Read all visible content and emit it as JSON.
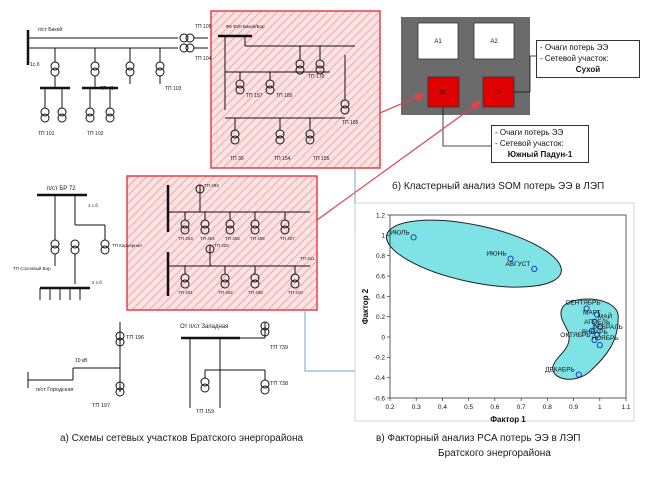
{
  "schemes": {
    "top_left": {
      "substation": "п/ст Бикей",
      "labels": [
        "ТП 105",
        "ТП 104",
        "ТП 40",
        "ТП 103",
        "ТП 101",
        "ТП 102"
      ],
      "bus": "1с.б"
    },
    "top_middle": {
      "labels": [
        "Ф6 Ф20 Бикей/Бор",
        "ТП 157",
        "ТП 180",
        "ТП 170",
        "ТП 185",
        "ТП 36",
        "ТП 154",
        "ТП 155"
      ]
    },
    "bottom_left": {
      "substation": "п/ст БР 72",
      "labels": [
        "ТП Сосновый Бор",
        "ТП Карьерная",
        "1 с.б",
        "2 с.б"
      ]
    },
    "bottom_middle": {
      "labels": [
        "ТП 493",
        "ТП 403",
        "ТП 404",
        "ТП 405",
        "ТП 406",
        "ТП 407",
        "ТП 420",
        "ТП 401",
        "ТП 402",
        "ТП 408",
        "ТП 410",
        "ТП 411"
      ]
    },
    "bottom": {
      "substation_west": "От п/ст Западная",
      "substation_city": "п/ст Городская",
      "voltage": "10 кВ",
      "labels": [
        "ТП 196",
        "ТП 197",
        "ТП 739",
        "ТП 738",
        "ТП 159"
      ]
    }
  },
  "som": {
    "cells": [
      "A1",
      "A2",
      "B1",
      "C2"
    ],
    "legend1": {
      "line1": "- Очаги потерь ЭЭ",
      "line2": "- Сетевой участок:",
      "name": "Сухой"
    },
    "legend2": {
      "line1": "- Очаги потерь ЭЭ",
      "line2": "- Сетевой участок:",
      "name": "Южный Падун-1"
    }
  },
  "chart_data": {
    "type": "scatter",
    "xlabel": "Фактор 1",
    "ylabel": "Фактор 2",
    "xlim": [
      0.2,
      1.1
    ],
    "ylim": [
      -0.6,
      1.2
    ],
    "x_ticks": [
      "0.2",
      "0.3",
      "0.4",
      "0.5",
      "0.6",
      "0.7",
      "0.8",
      "0.9",
      "1",
      "1.1"
    ],
    "y_ticks": [
      "1.2",
      "1",
      "0.8",
      "0.6",
      "0.4",
      "0.2",
      "0",
      "-0.2",
      "-0.4",
      "-0.6"
    ],
    "points": [
      {
        "label": "ИЮЛЬ",
        "x": 0.29,
        "y": 0.98
      },
      {
        "label": "ИЮНЬ",
        "x": 0.66,
        "y": 0.77
      },
      {
        "label": "АВГУСТ",
        "x": 0.75,
        "y": 0.67
      },
      {
        "label": "СЕНТЯБРЬ",
        "x": 0.95,
        "y": 0.28
      },
      {
        "label": "",
        "x": 0.99,
        "y": 0.22
      },
      {
        "label": "",
        "x": 0.98,
        "y": 0.15
      },
      {
        "label": "",
        "x": 1.0,
        "y": 0.1
      },
      {
        "label": "",
        "x": 0.97,
        "y": 0.06
      },
      {
        "label": "",
        "x": 0.99,
        "y": 0.02
      },
      {
        "label": "ОКТЯБРЬ",
        "x": 0.98,
        "y": -0.03
      },
      {
        "label": "",
        "x": 1.0,
        "y": -0.08
      },
      {
        "label": "ДЕКАБРЬ",
        "x": 0.92,
        "y": -0.37
      }
    ],
    "cluster_labels": [
      "МАРТ",
      "МАЙ",
      "АПРЕЛЬ",
      "ФЕВРАЛЬ",
      "ЯНВАРЬ",
      "НОЯБРЬ"
    ],
    "cluster_color": "#7fe3e6"
  },
  "captions": {
    "a": "а) Схемы сетевых участков Братского энергорайона",
    "b": "б) Кластерный анализ SOM потерь ЭЭ в ЛЭП",
    "c_line1": "в) Факторный анализ PCA потерь ЭЭ в ЛЭП",
    "c_line2": "Братского энергорайона"
  },
  "colors": {
    "highlight": "#e8404a",
    "som_bg": "#6b6b6b",
    "som_hot": "#e10000",
    "cluster": "#7fe3e6",
    "arrow_blue": "#7a9fd0"
  }
}
